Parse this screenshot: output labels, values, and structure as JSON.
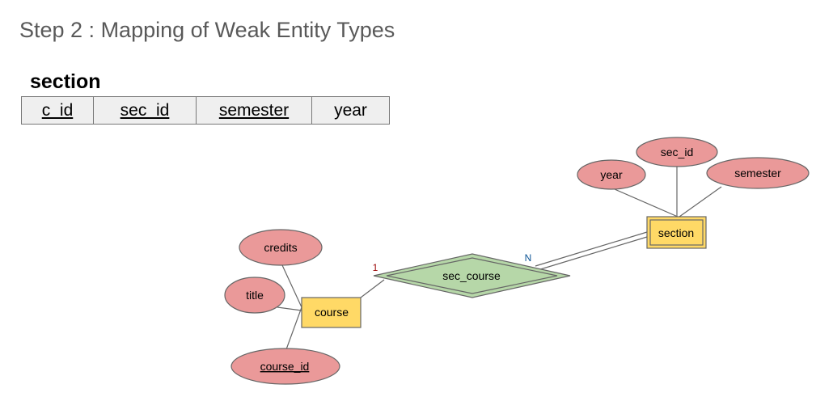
{
  "subtitle": "Step 2 : Mapping of Weak Entity Types",
  "relation": {
    "name": "section",
    "columns": [
      {
        "label": "c_id",
        "primary_key": true
      },
      {
        "label": "sec_id",
        "primary_key": true
      },
      {
        "label": "semester",
        "primary_key": true
      },
      {
        "label": "year",
        "primary_key": false
      }
    ]
  },
  "er": {
    "weak_entity": {
      "label": "section",
      "attributes": [
        "year",
        "sec_id",
        "semester"
      ]
    },
    "entity": {
      "label": "course",
      "attributes": [
        "credits",
        "title",
        "course_id"
      ],
      "key_attribute": "course_id"
    },
    "relationship": {
      "label": "sec_course",
      "cardinality_course": "1",
      "cardinality_section": "N"
    }
  },
  "colors": {
    "attribute": "#ea9999",
    "entity": "#ffd966",
    "relationship": "#b6d7a8",
    "card_1": "#990000",
    "card_n": "#0b5394"
  }
}
